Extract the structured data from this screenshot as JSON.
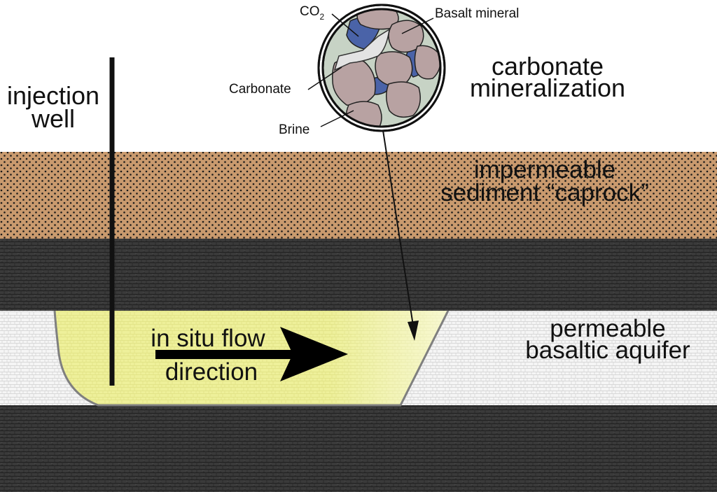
{
  "labels": {
    "injection_well": [
      "injection",
      "well"
    ],
    "carbonate_mineralization": [
      "carbonate",
      "mineralization"
    ],
    "caprock": [
      "impermeable",
      "sediment “caprock”"
    ],
    "aquifer": [
      "permeable",
      "basaltic aquifer"
    ],
    "flow": [
      "in situ flow",
      "direction"
    ]
  },
  "inset": {
    "co2": "CO",
    "co2_subscript": "2",
    "basalt_mineral": "Basalt mineral",
    "carbonate": "Carbonate",
    "brine": "Brine"
  },
  "colors": {
    "caprock": "#c99a6e",
    "basalt": "#3c3c3c",
    "aquifer": "#f2f2f2",
    "plume": "#eef09a",
    "brine": "#c7d3c5",
    "mineral": "#b8a2a2",
    "co2_blue": "#4a63a8",
    "carbonate": "#e3e3e3"
  }
}
